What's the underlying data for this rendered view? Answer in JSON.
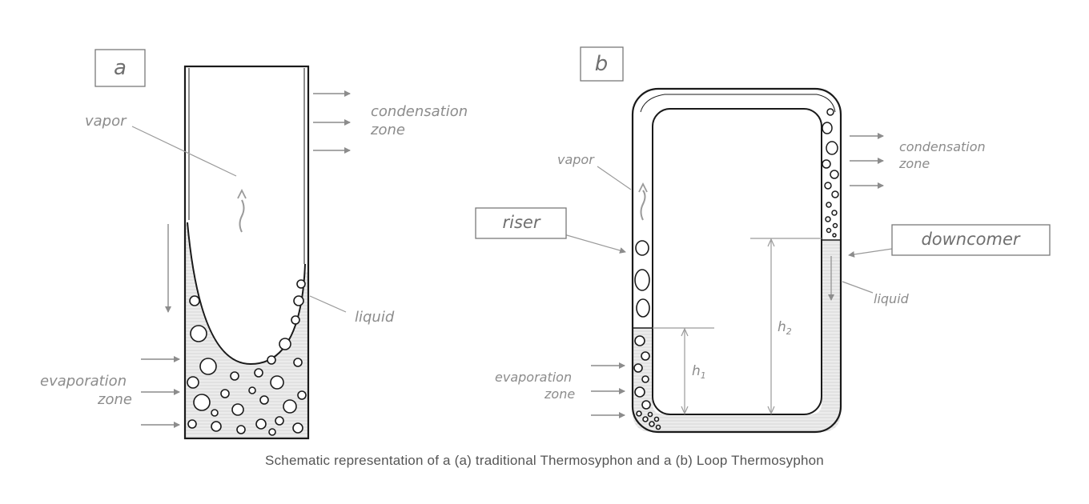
{
  "panel_a": {
    "label": "a",
    "vapor": "vapor",
    "condensation_line1": "condensation",
    "condensation_line2": "zone",
    "liquid": "liquid",
    "evaporation_line1": "evaporation",
    "evaporation_line2": "zone"
  },
  "panel_b": {
    "label": "b",
    "vapor": "vapor",
    "riser": "riser",
    "downcomer": "downcomer",
    "condensation_line1": "condensation",
    "condensation_line2": "zone",
    "liquid": "liquid",
    "evaporation_line1": "evaporation",
    "evaporation_line2": "zone",
    "h1": "h",
    "h1_sub": "1",
    "h2": "h",
    "h2_sub": "2"
  },
  "caption": "Schematic representation of a (a) traditional Thermosyphon and a (b) Loop Thermosyphon",
  "colors": {
    "ink": "#1a1a1a",
    "annotation": "#8c8c8c",
    "liquid_fill": "#e9e9e9",
    "box_border": "#7a7a7a"
  }
}
